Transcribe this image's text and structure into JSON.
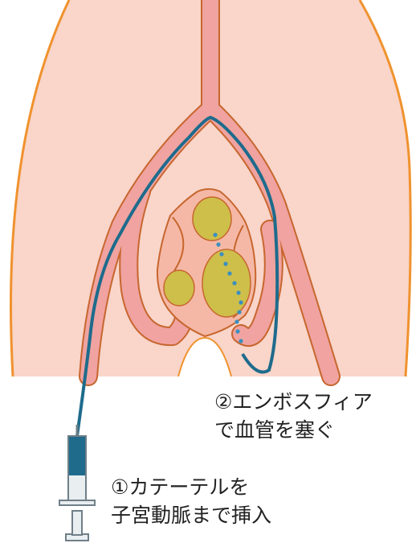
{
  "colors": {
    "skin": "#f9d5ca",
    "body_outline": "#f0922e",
    "vessel_fill": "#f0a3a0",
    "vessel_outline": "#c7662e",
    "uterus_fill": "#f5b8a6",
    "fibroid": "#cdbf4a",
    "catheter": "#1e6b8c",
    "embolic_dots": "#3a8fbf",
    "syringe_fluid": "#1e6b8c",
    "syringe_body": "#e9eef1",
    "syringe_outline": "#6f7f88"
  },
  "icons": {
    "catheter": "catheter-line",
    "syringe": "syringe-icon",
    "fibroid": "fibroid-nodule",
    "embolic_agent": "embolic-beads"
  },
  "labels": {
    "step2": {
      "line1": "②エンボスフィア",
      "line2": "で血管を塞ぐ"
    },
    "step1": {
      "line1": "①カテーテルを",
      "line2": "子宮動脈まで挿入"
    }
  }
}
